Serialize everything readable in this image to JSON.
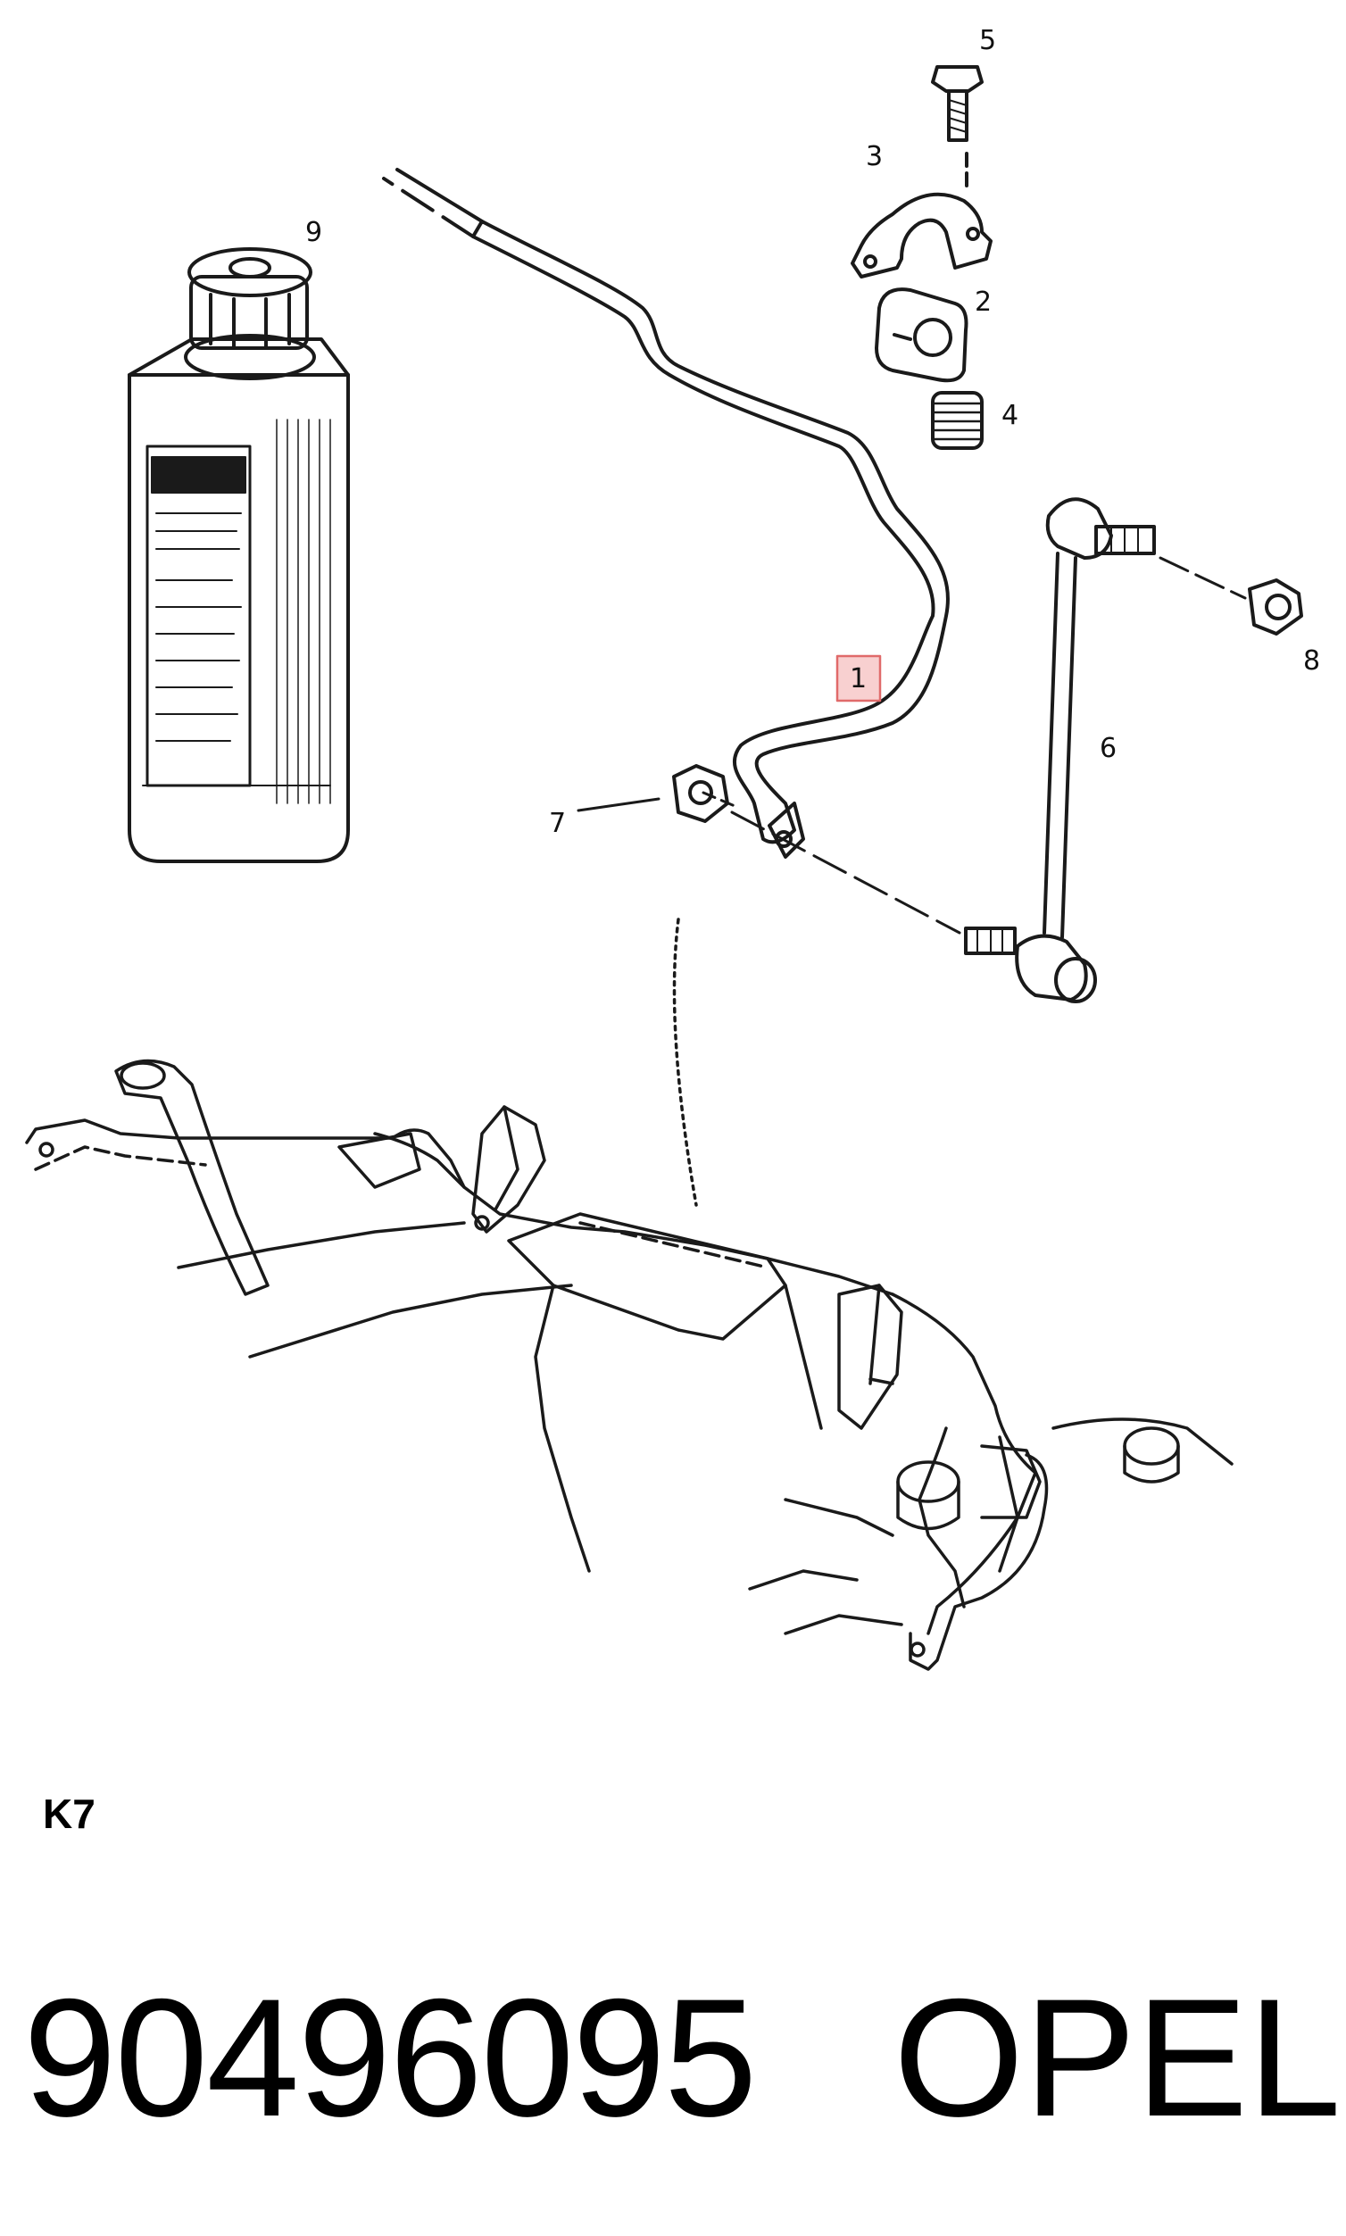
{
  "callouts": {
    "c1": "1",
    "c2": "2",
    "c3": "3",
    "c4": "4",
    "c5": "5",
    "c6": "6",
    "c7": "7",
    "c8": "8",
    "c9": "9"
  },
  "section_code": "K7",
  "footer": {
    "part_number": "90496095",
    "brand": "OPEL"
  },
  "colors": {
    "line": "#1a1a1a",
    "highlight_box_border": "#e06a6a",
    "highlight_box_fill": "#f8d0d0"
  }
}
